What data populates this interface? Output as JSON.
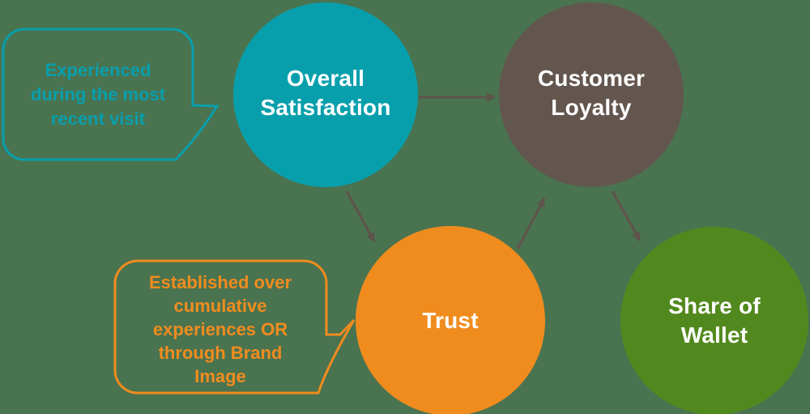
{
  "canvas": {
    "background": "#4a7350",
    "arrow_color": "#5f534b"
  },
  "nodes": [
    {
      "id": "overall-satisfaction",
      "lines": [
        "Overall",
        "Satisfaction"
      ],
      "color": "#089fac",
      "text_color": "#ffffff"
    },
    {
      "id": "customer-loyalty",
      "lines": [
        "Customer",
        "Loyalty"
      ],
      "color": "#63564e",
      "text_color": "#ffffff"
    },
    {
      "id": "trust",
      "lines": [
        "Trust"
      ],
      "color": "#f08c1e",
      "text_color": "#ffffff"
    },
    {
      "id": "share-of-wallet",
      "lines": [
        "Share of",
        "Wallet"
      ],
      "color": "#52891e",
      "text_color": "#ffffff"
    }
  ],
  "callouts": [
    {
      "id": "satisfaction-note",
      "target": "overall-satisfaction",
      "lines": [
        "Experienced",
        "during the most",
        "recent visit"
      ],
      "color": "#089fac"
    },
    {
      "id": "trust-note",
      "target": "trust",
      "lines": [
        "Established over",
        "cumulative",
        "experiences OR",
        "through Brand",
        "Image"
      ],
      "color": "#f08c1e"
    }
  ],
  "edges": [
    {
      "from": "overall-satisfaction",
      "to": "customer-loyalty"
    },
    {
      "from": "overall-satisfaction",
      "to": "trust"
    },
    {
      "from": "trust",
      "to": "customer-loyalty"
    },
    {
      "from": "customer-loyalty",
      "to": "share-of-wallet"
    }
  ]
}
